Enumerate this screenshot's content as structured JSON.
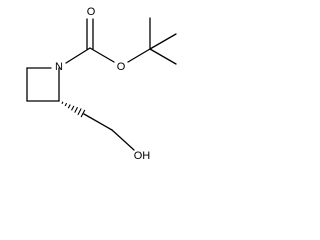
{
  "molecule": {
    "atoms": {
      "o_carbonyl": "O",
      "o_ester": "O",
      "n_ring": "N",
      "o_hydroxyl": "OH"
    }
  }
}
